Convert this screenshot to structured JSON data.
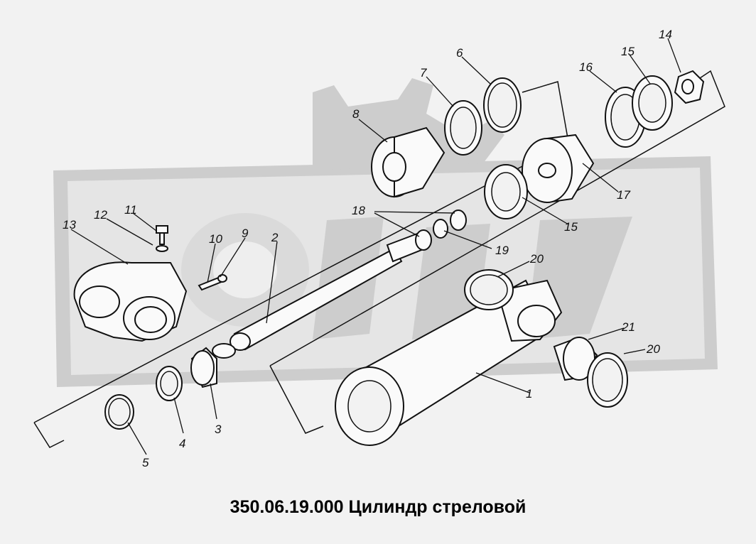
{
  "caption": "350.06.19.000 Цилиндр стреловой",
  "callouts": [
    {
      "id": "c1",
      "text": "1"
    },
    {
      "id": "c2",
      "text": "2"
    },
    {
      "id": "c3",
      "text": "3"
    },
    {
      "id": "c4",
      "text": "4"
    },
    {
      "id": "c5",
      "text": "5"
    },
    {
      "id": "c6",
      "text": "6"
    },
    {
      "id": "c7",
      "text": "7"
    },
    {
      "id": "c8",
      "text": "8"
    },
    {
      "id": "c9",
      "text": "9"
    },
    {
      "id": "c10",
      "text": "10"
    },
    {
      "id": "c11",
      "text": "11"
    },
    {
      "id": "c12",
      "text": "12"
    },
    {
      "id": "c13",
      "text": "13"
    },
    {
      "id": "c14",
      "text": "14"
    },
    {
      "id": "c15a",
      "text": "15"
    },
    {
      "id": "c15b",
      "text": "15"
    },
    {
      "id": "c16",
      "text": "16"
    },
    {
      "id": "c17",
      "text": "17"
    },
    {
      "id": "c18",
      "text": "18"
    },
    {
      "id": "c19",
      "text": "19"
    },
    {
      "id": "c20a",
      "text": "20"
    },
    {
      "id": "c20b",
      "text": "20"
    },
    {
      "id": "c21",
      "text": "21"
    }
  ],
  "watermark": {
    "logo": "orex-logo"
  }
}
